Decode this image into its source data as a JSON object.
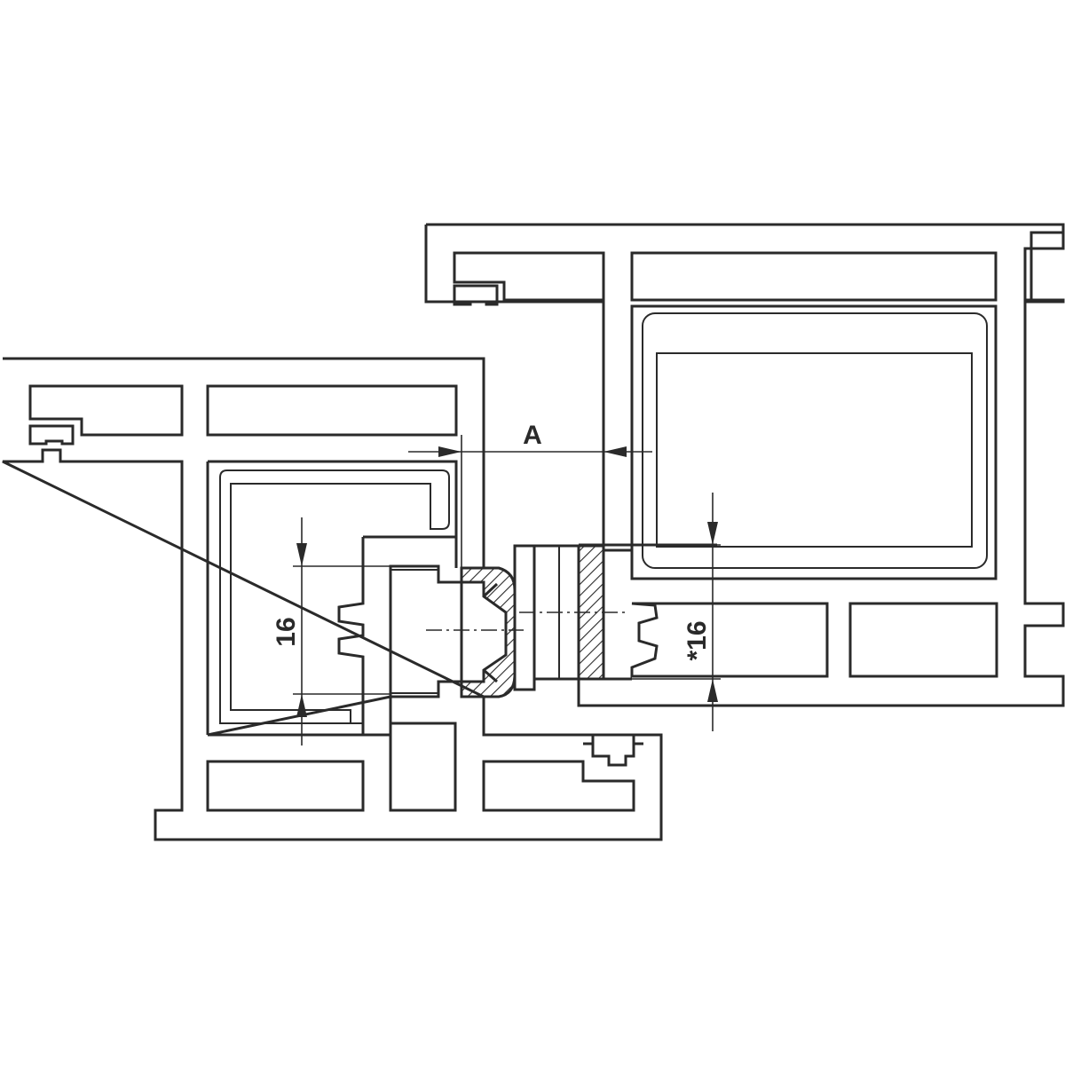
{
  "dimensions": {
    "left_height_label": "16",
    "right_height_label": "*16",
    "gap_label": "A"
  },
  "colors": {
    "line": "#2a2a2a",
    "background": "#ffffff"
  }
}
